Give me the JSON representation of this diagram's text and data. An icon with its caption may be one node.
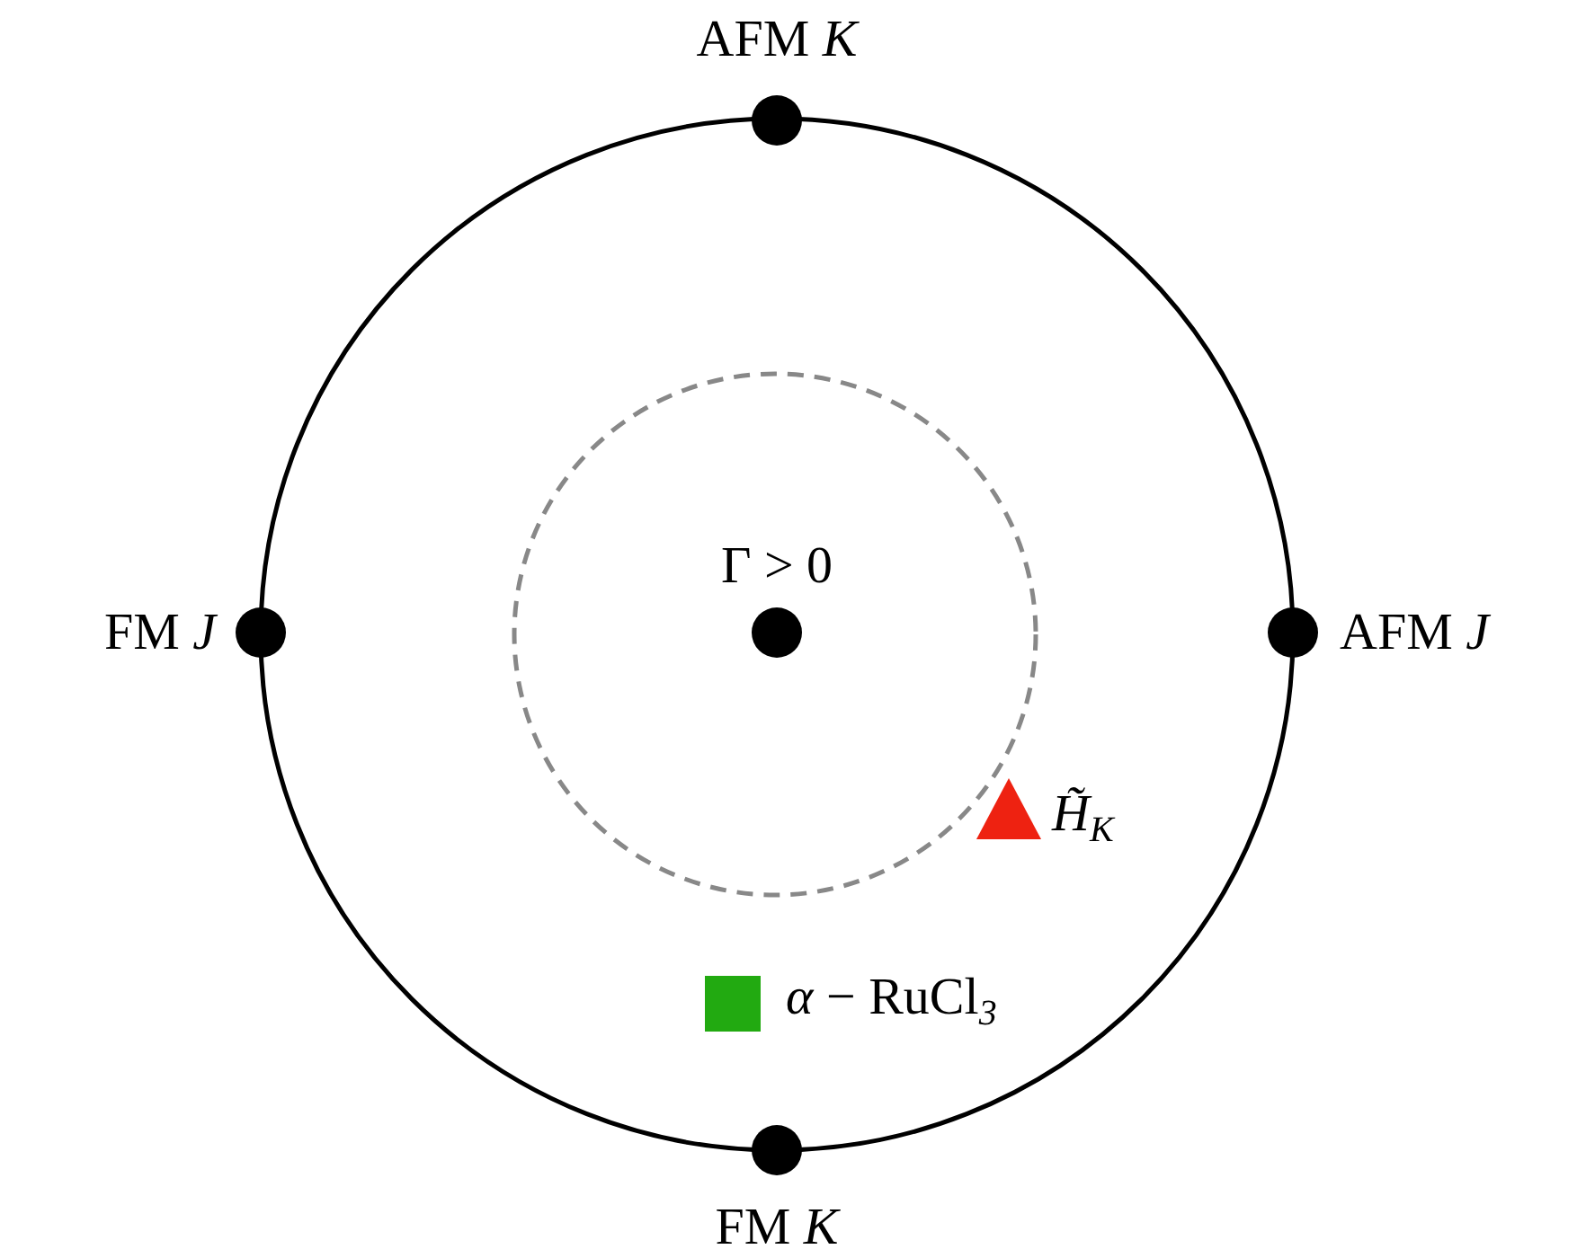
{
  "diagram": {
    "labels": [
      "AFM *K*",
      "FM *J*",
      "AFM *J*",
      "FM *K*",
      "Γ > 0",
      "*H̃*$_{K}$",
      "*α* − RuCl$_{3}$"
    ]
  }
}
